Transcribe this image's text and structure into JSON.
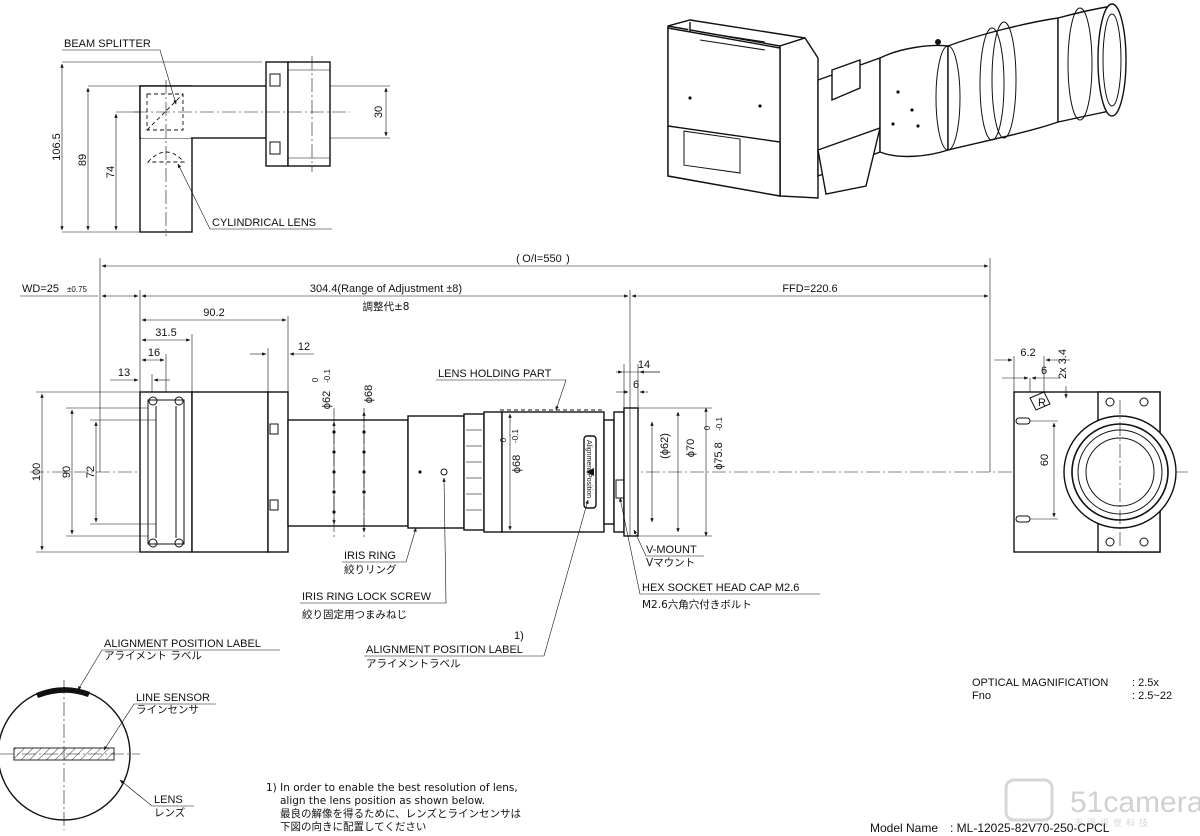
{
  "labels": {
    "beam_splitter": "BEAM SPLITTER",
    "cylindrical_lens": "CYLINDRICAL LENS",
    "lens_holding_part": "LENS HOLDING PART",
    "iris_ring_en": "IRIS RING",
    "iris_ring_jp": "絞りリング",
    "iris_lock_en": "IRIS RING LOCK SCREW",
    "iris_lock_jp": "絞り固定用つまみねじ",
    "align_label_en": "ALIGNMENT POSITION LABEL",
    "align_label_jp": "アライメントラベル",
    "align_label_ref": "1)",
    "vmount_en": "V-MOUNT",
    "vmount_jp": "Vマウント",
    "hex_en": "HEX SOCKET HEAD CAP M2.6",
    "hex_jp": "M2.6六角穴付きボルト",
    "detail_align_en": "ALIGNMENT POSITION LABEL",
    "detail_align_jp": "アライメント ラベル",
    "line_sensor_en": "LINE SENSOR",
    "line_sensor_jp": "ラインセンサ",
    "lens_en": "LENS",
    "lens_jp": "レンズ",
    "align_sticker": "Alignment Position"
  },
  "dimensions": {
    "oi": "O/I=550",
    "wd": "WD=25",
    "wd_tol": "±0.75",
    "range": "304.4(Range of Adjustment ±8)",
    "range_jp": "調整代±8",
    "ffd": "FFD=220.6",
    "d90_2": "90.2",
    "d31_5": "31.5",
    "d16": "16",
    "d13": "13",
    "d12": "12",
    "d14": "14",
    "d6": "6",
    "d6_2": "6.2",
    "d6b": "6",
    "d2x3_4": "2x 3.4",
    "d100": "100",
    "d90": "90",
    "d72": "72",
    "d60": "60",
    "r": "R",
    "phi62": "ϕ62",
    "phi62_tol_up": "0",
    "phi62_tol_lo": "-0.1",
    "phi68": "ϕ68",
    "phi68b": "ϕ68",
    "phi68b_tol_up": "0",
    "phi68b_tol_lo": "-0.1",
    "phi62b": "(ϕ62)",
    "phi70": "ϕ70",
    "phi75_8": "ϕ75.8",
    "phi75_8_tol_up": "0",
    "phi75_8_tol_lo": "-0.1",
    "d106_5": "106.5",
    "d89": "89",
    "d74": "74",
    "d30": "30"
  },
  "specs": {
    "mag_label": "OPTICAL MAGNIFICATION",
    "mag_value": ": 2.5x",
    "fno_label": "Fno",
    "fno_value": ": 2.5~22",
    "model_label": "Model Name",
    "model_value": ": ML-12025-82V70-250-CPCL"
  },
  "notes": {
    "line1": "1) In order to enable the best resolution of lens,",
    "line2": "align the lens position as shown below.",
    "line3": "最良の解像を得るために、レンズとラインセンサは",
    "line4": "下図の向きに配置してください"
  },
  "watermark": {
    "brand": "51camera",
    "sub": "志强视觉科技"
  }
}
